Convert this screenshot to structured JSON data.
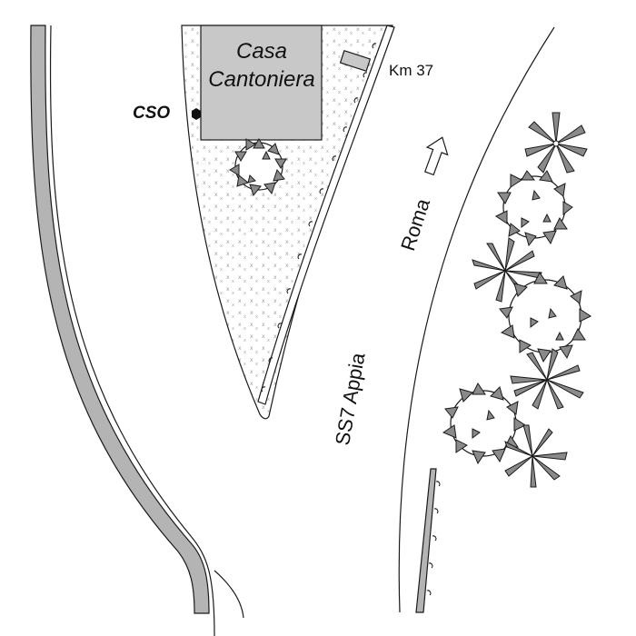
{
  "map": {
    "building_line1": "Casa",
    "building_line2": "Cantoniera",
    "marker_label": "CSO",
    "km_label": "Km 37",
    "direction_label": "Roma",
    "road_label": "SS7 Appia"
  },
  "colors": {
    "line": "#1a1a1a",
    "building_fill": "#c8c8c8",
    "tree_fill": "#8a8a8a",
    "rail_fill": "#b4b4b4",
    "background": "#ffffff"
  },
  "icons": {
    "marker": "hexagon-marker-icon",
    "direction": "arrow-up-right-icon",
    "tree": "tree-icon",
    "palm": "palm-tree-icon",
    "km_post": "milestone-icon"
  }
}
